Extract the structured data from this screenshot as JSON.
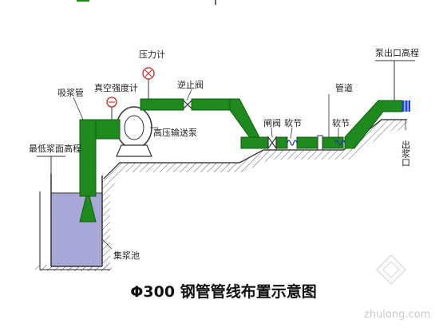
{
  "title": "Φ300 钢管管线布置示意图",
  "labels": {
    "pump_outlet_elevation": "泵出口高程",
    "pressure_gauge": "压力计",
    "vacuum_gauge": "真空强度计",
    "suction_pipe": "吸浆管",
    "check_valve": "逆止阀",
    "high_pressure_pump": "高压输送泵",
    "pipeline": "管道",
    "gate_valve": "闸阀",
    "flexible_joint_1": "软节",
    "flexible_joint_2": "软节",
    "outlet": "出浆口",
    "min_slurry_level": "最低浆面高程",
    "slurry_tank": "集浆池"
  },
  "watermark": "zhulong.com",
  "colors": {
    "pipe": "#1e8a1e",
    "pipe_edge": "#0f5c0f",
    "water": "#a8a8d8",
    "tank_wall": "#333333",
    "gauge": "#cc2222",
    "spring": "#2233aa",
    "outlet_blue": "#2244cc"
  }
}
